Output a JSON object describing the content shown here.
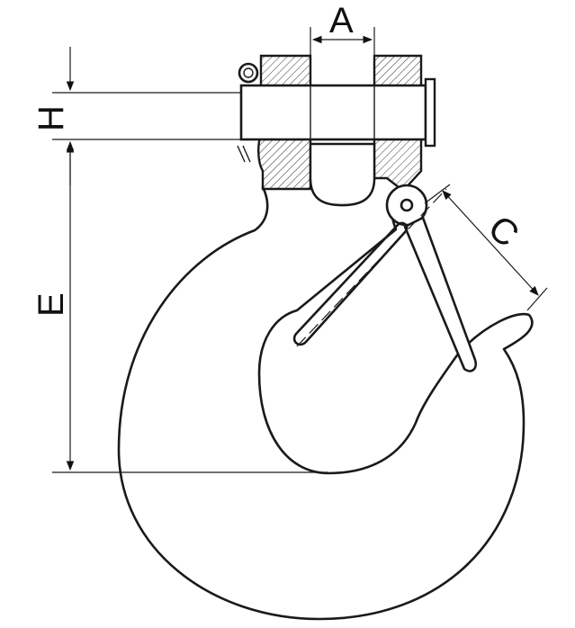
{
  "labels": {
    "A": "A",
    "H": "H",
    "E": "E",
    "C": "C"
  }
}
